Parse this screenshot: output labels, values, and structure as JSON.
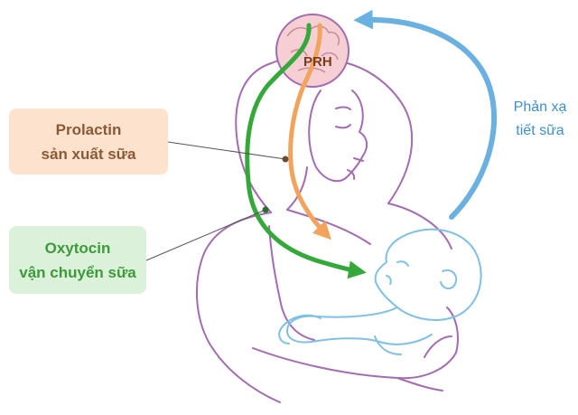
{
  "labels": {
    "prh": "PRH",
    "prolactin": {
      "line1": "Prolactin",
      "line2": "sản xuất sữa"
    },
    "oxytocin": {
      "line1": "Oxytocin",
      "line2": "vận chuyển sữa"
    },
    "reflex": {
      "line1": "Phản xạ",
      "line2": "tiết sữa"
    }
  },
  "colors": {
    "prolactin_arrow": "#f2a45c",
    "oxytocin_arrow": "#35a83a",
    "reflex_arrow": "#6ab0e0",
    "mother_outline": "#a46bb3",
    "baby_outline": "#7fc0e6",
    "gland_fill": "#f5cfd3",
    "leader_line": "#555555"
  }
}
